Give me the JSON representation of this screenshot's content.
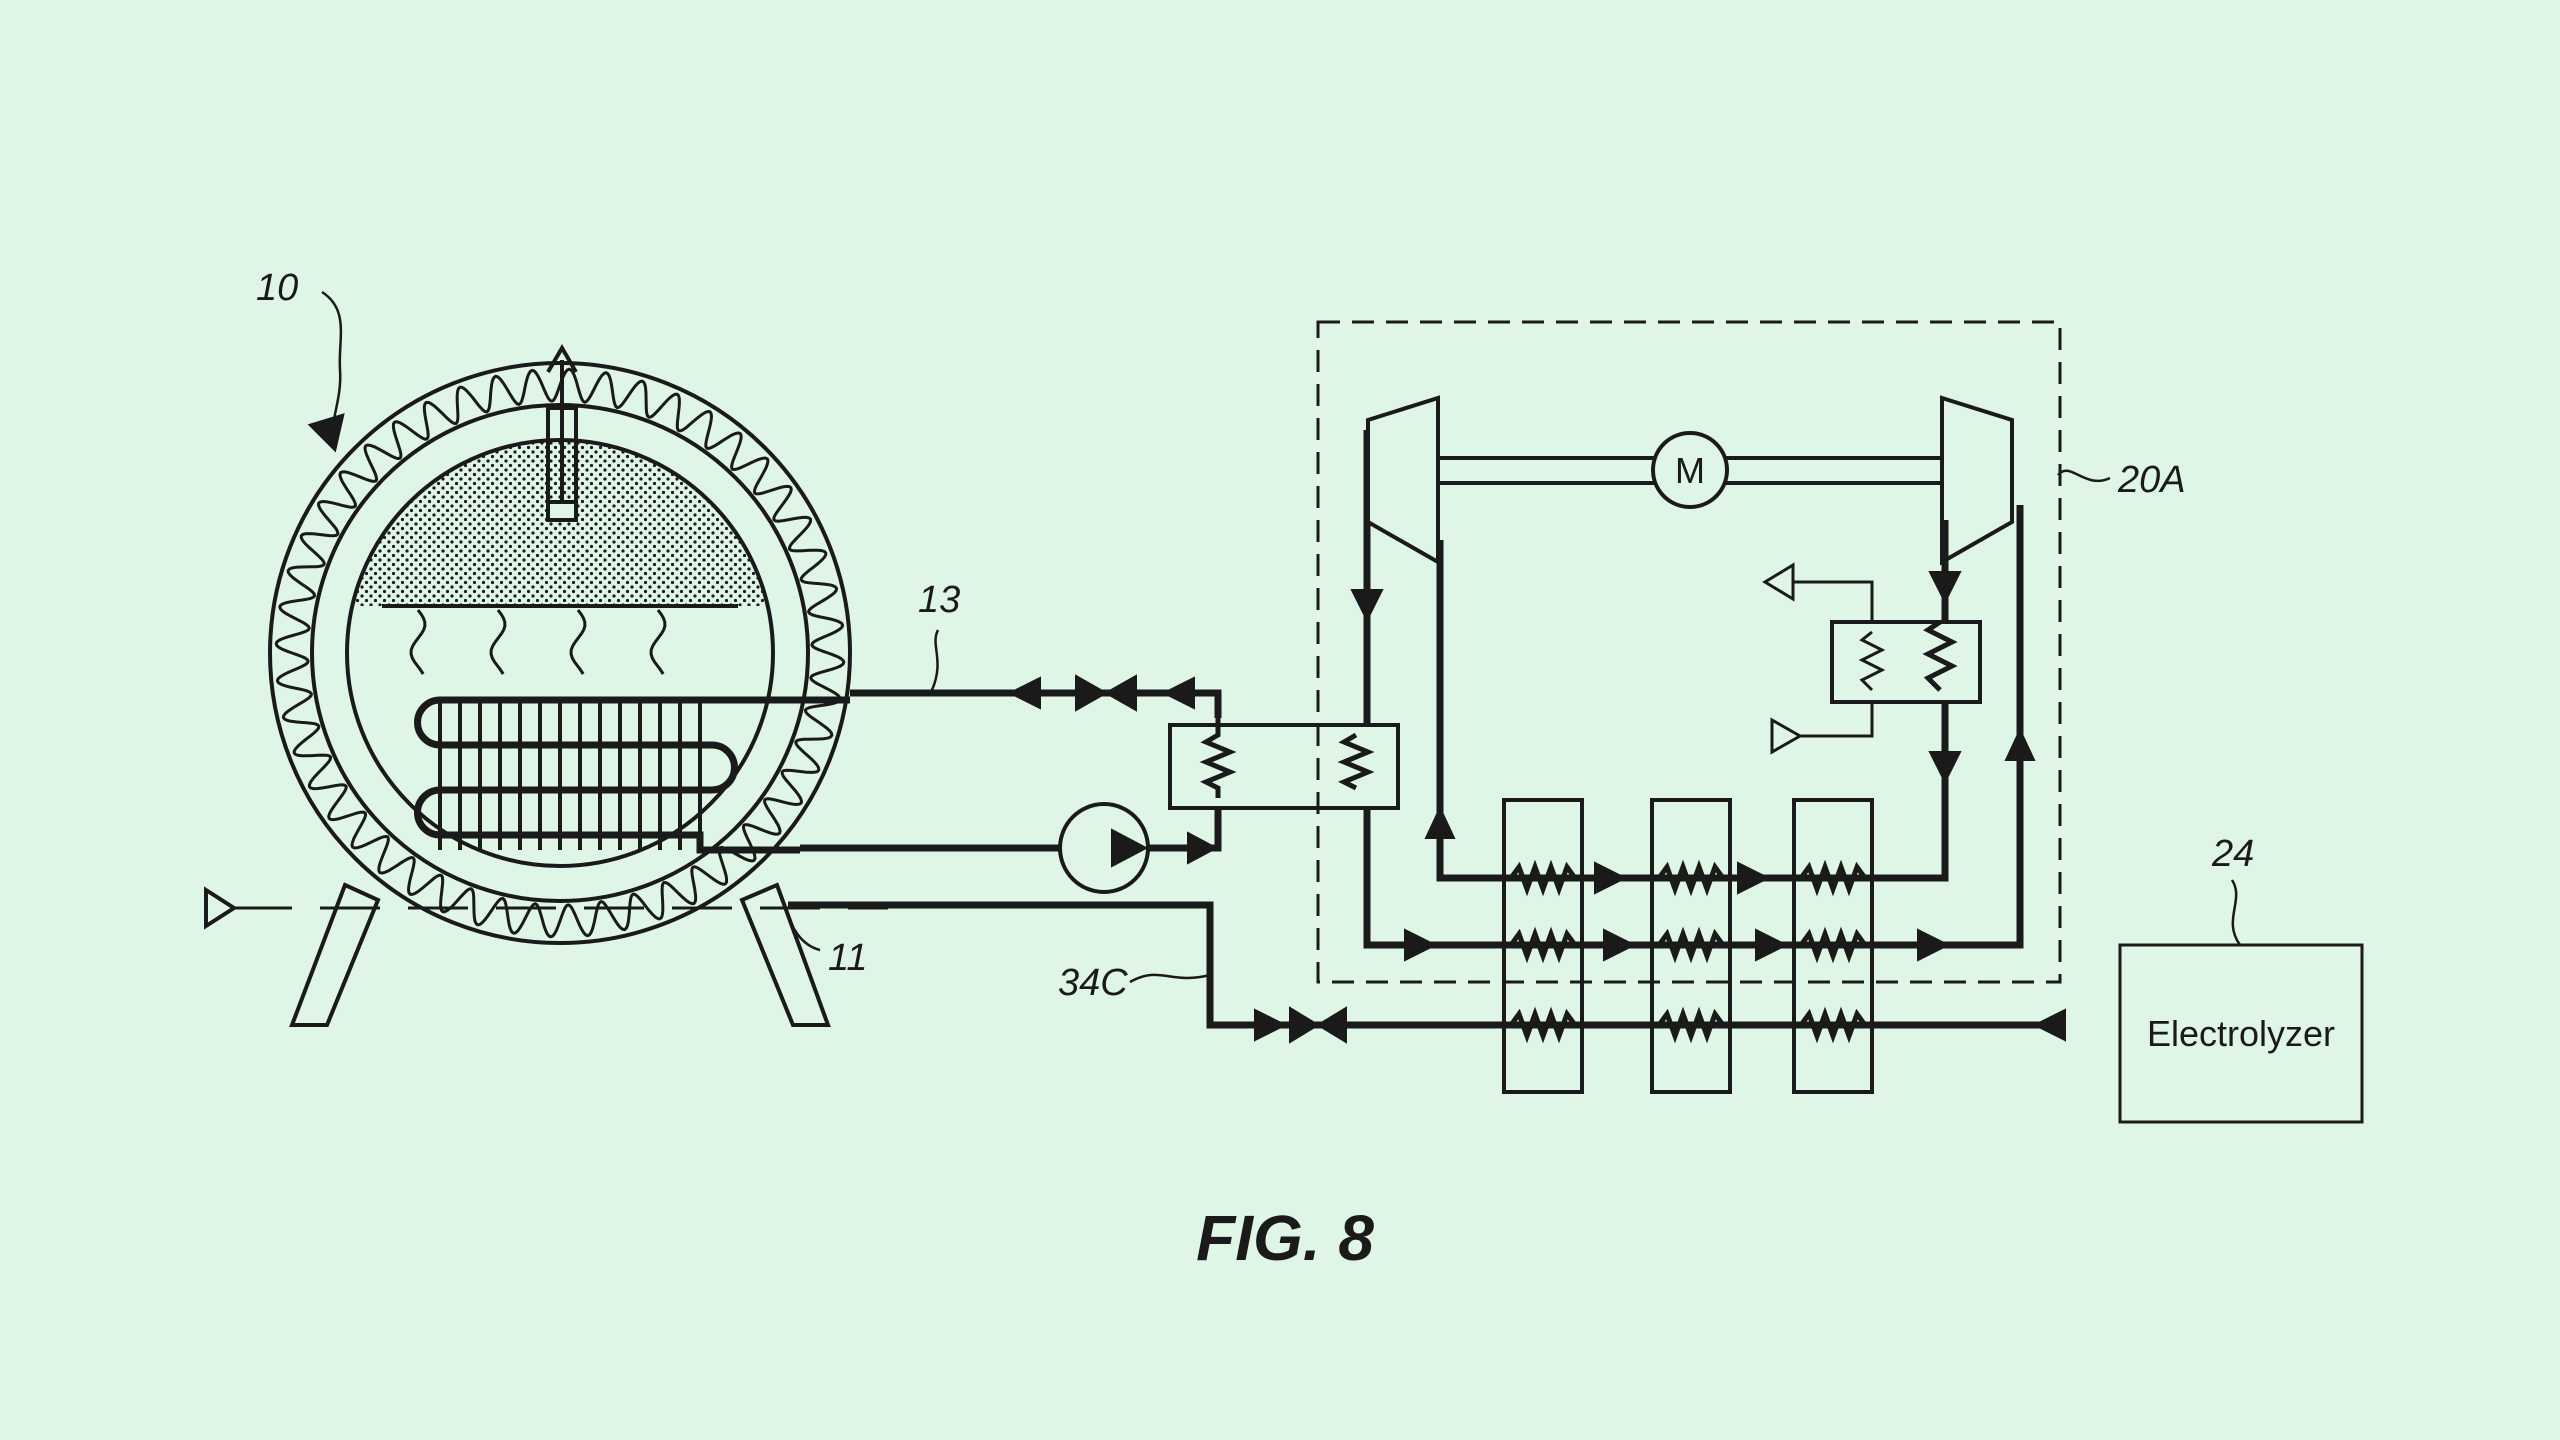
{
  "figure": {
    "caption": "FIG. 8",
    "background": "#dff5e6",
    "line_color": "#1a1a1a"
  },
  "labels": {
    "ref_10": "10",
    "ref_11": "11",
    "ref_13": "13",
    "ref_20A": "20A",
    "ref_24": "24",
    "ref_34C": "34C",
    "motor": "M",
    "electrolyzer": "Electrolyzer"
  }
}
